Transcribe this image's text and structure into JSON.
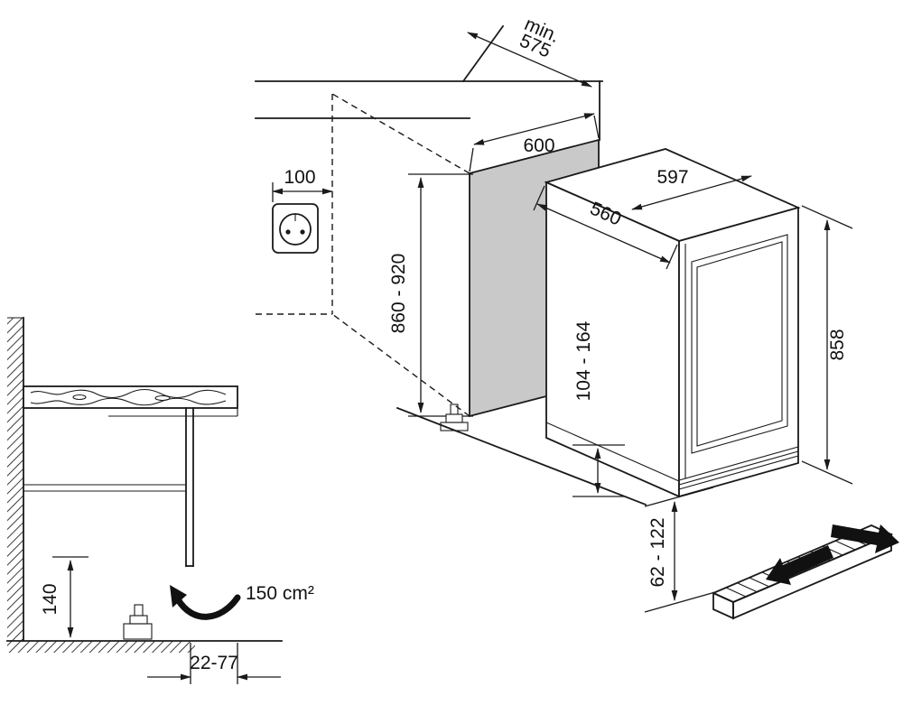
{
  "diagram": {
    "type": "appliance-installation-drawing",
    "colors": {
      "line": "#1a1a1a",
      "niche_panel": "#c9c9c9",
      "arrow": "#111111"
    },
    "labels": {
      "niche_depth_min_prefix": "min.",
      "niche_depth_min_value": "575",
      "niche_width": "600",
      "socket_offset": "100",
      "niche_height_range": "860 - 920",
      "appliance_width": "597",
      "appliance_depth": "560",
      "appliance_height": "858",
      "base_height_range": "104 - 164",
      "plinth_height_range": "62 - 122",
      "vent_gap_height": "140",
      "vent_cross_section": "150 cm²",
      "plinth_recess_depth": "22-77"
    }
  }
}
